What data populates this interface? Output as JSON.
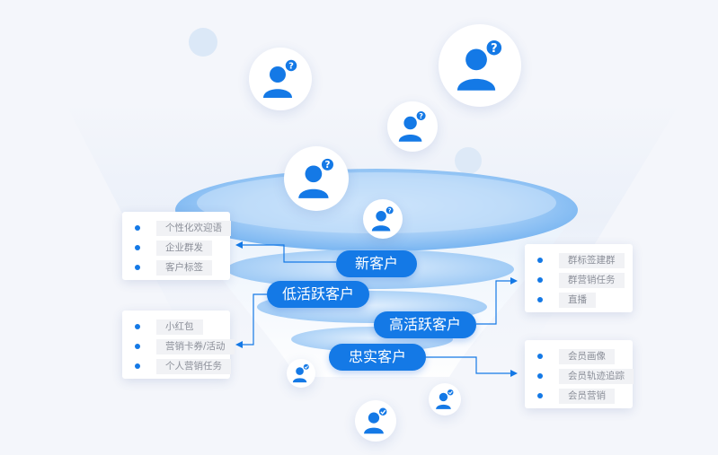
{
  "colors": {
    "accent": "#1479e6",
    "tag_bg": "#f1f2f5",
    "tag_text": "#8b8f99",
    "background": "#f4f6fb"
  },
  "icons": {
    "unknown_customer": "person-question-icon",
    "loyal_customer": "person-check-icon"
  },
  "stages": {
    "new": "新客户",
    "low_active": "低活跃客户",
    "high_active": "高活跃客户",
    "loyal": "忠实客户"
  },
  "cards": {
    "new_customer": [
      "个性化欢迎语",
      "企业群发",
      "客户标签"
    ],
    "low_active": [
      "小红包",
      "营销卡券/活动",
      "个人营销任务"
    ],
    "high_active": [
      "群标签建群",
      "群营销任务",
      "直播"
    ],
    "loyal": [
      "会员画像",
      "会员轨迹追踪",
      "会员营销"
    ]
  }
}
